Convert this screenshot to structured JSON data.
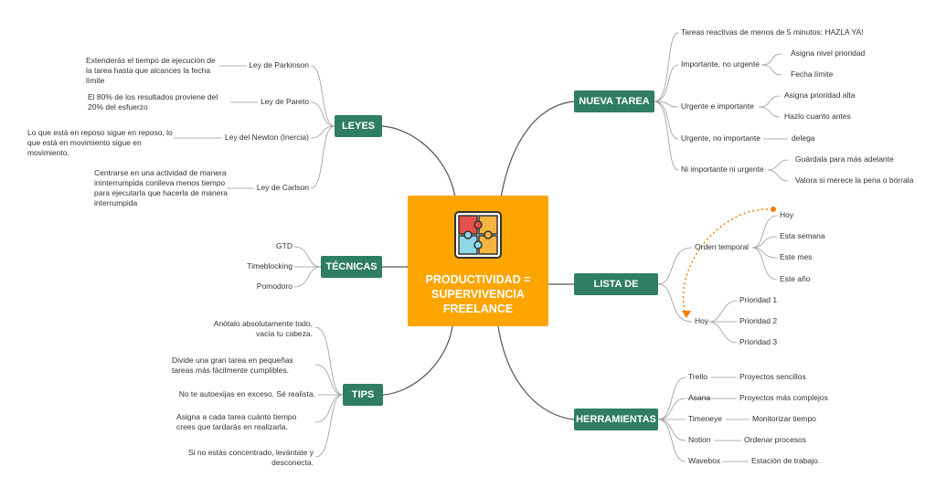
{
  "center": {
    "title": "PRODUCTIVIDAD =\nSUPERVIVENCIA\nFREELANCE",
    "icon": "puzzle-icon"
  },
  "colors": {
    "center": "#FFA500",
    "branch": "#2E7D64",
    "line": "#555555",
    "dotted": "#F57C00"
  },
  "nueva_tarea": {
    "label": "NUEVA TAREA",
    "reactivas": "Tareas reactivas de menos de 5 minutos: HAZLA YA!",
    "importante": "Importante, no urgente",
    "importante_children": [
      "Asigna nivel prioridad",
      "Fecha límite"
    ],
    "urgente_importante": "Urgente e importante",
    "urgente_importante_children": [
      "Asigna prioridad alta",
      "Hazlo cuanto antes"
    ],
    "urgente": "Urgente, no importante",
    "urgente_child": "delega",
    "ni": "Ni importante ni urgente",
    "ni_children": [
      "Guárdala para más adelante",
      "Valora si merece la pena o bórrala"
    ]
  },
  "lista": {
    "label": "LISTA DE TAREAS",
    "orden": "Orden temporal",
    "orden_children": [
      "Hoy",
      "Esta semana",
      "Este mes",
      "Este año"
    ],
    "hoy": "Hoy",
    "hoy_children": [
      "Prioridad 1",
      "Prioridad 2",
      "Prioridad 3"
    ]
  },
  "herramientas": {
    "label": "HERRAMIENTAS",
    "tools": [
      "Trello",
      "Asana",
      "Timeneye",
      "Notion",
      "Wavebox"
    ],
    "uses": [
      "Proyectos sencillos",
      "Proyectos más complejos",
      "Monitorizar tiempo",
      "Ordenar procesos",
      "Estación de trabajo."
    ]
  },
  "leyes": {
    "label": "LEYES",
    "names": [
      "Ley de Parkinson",
      "Ley de Pareto",
      "Ley del Newton (Inercia)",
      "Ley de Carlson"
    ],
    "descs": [
      "Extenderás el tiempo de ejecución de la tarea hasta que alcances la fecha límite",
      "El 80% de los resultados proviene del 20% del esfuerzo",
      "Lo que está en reposo sigue en reposo, lo que está en movimiento sigue en movimiento.",
      "Centrarse en una actividad de manera ininterrumpida conlleva menos tiempo para ejecutarla que hacerla de manera interrumpida"
    ]
  },
  "tecnicas": {
    "label": "TÉCNICAS",
    "items": [
      "GTD",
      "Timeblocking",
      "Pomodoro"
    ]
  },
  "tips": {
    "label": "TIPS",
    "items": [
      "Anótalo absolutamente todo, vacía tu cabeza.",
      "Divide una gran tarea en pequeñas tareas más fácilmente cumplibles.",
      "No te autoexijas en exceso. Sé realista.",
      "Asigna a cada tarea cuánto tiempo crees que tardarás en realizarla.",
      "Si no estás concentrado, levántate y desconecta."
    ]
  }
}
